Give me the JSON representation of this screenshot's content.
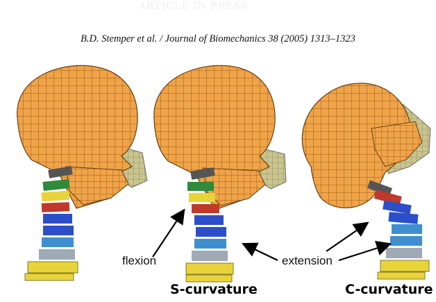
{
  "header": {
    "faded_title": "ARTICLE IN PRESS"
  },
  "citation": "B.D. Stemper et al. / Journal of Biomechanics 38 (2005) 1313–1323",
  "figure": {
    "labels": {
      "flexion": "flexion",
      "extension": "extension",
      "s_curvature": "S-curvature",
      "c_curvature": "C-curvature"
    },
    "colors": {
      "skull": "#f0a347",
      "skull_mesh": "#7a4a14",
      "jaw_bone": "#c9c48f",
      "vertebra_green": "#2f8a3a",
      "vertebra_yellow": "#e8d43a",
      "vertebra_red": "#c0392b",
      "vertebra_blue": "#2c4fc9",
      "vertebra_lightblue": "#3f8fd0",
      "vertebra_gray": "#a0aab4"
    }
  }
}
